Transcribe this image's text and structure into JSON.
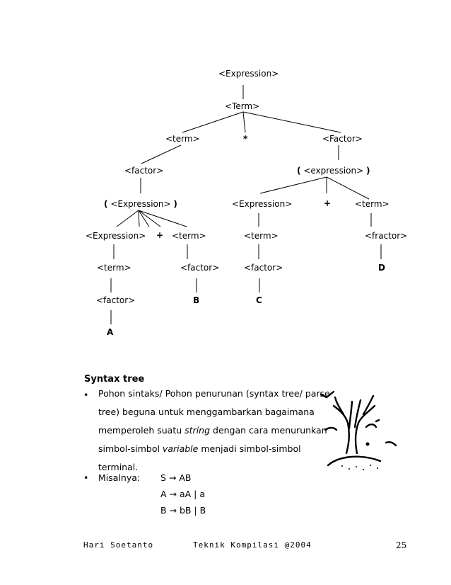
{
  "tree": {
    "root": "<Expression>",
    "term_upper": "<Term>",
    "term_left": "<term>",
    "star": "*",
    "factor_right": "<Factor>",
    "factor_left": "<factor>",
    "paren_expression_right": "<expression>",
    "paren_expression_left": "<Expression>",
    "open_paren": "(",
    "close_paren": ")",
    "mid_expression": "<Expression>",
    "plus_right": "+",
    "term_right": "<term>",
    "left_expression": "<Expression>",
    "plus_left": "+",
    "left_term": "<term>",
    "mid_term": "<term>",
    "fractor": "<fractor>",
    "ll_term": "<term>",
    "factor_b_parent": "<factor>",
    "factor_c_parent": "<factor>",
    "leaf_d": "D",
    "lll_factor": "<factor>",
    "leaf_b": "B",
    "leaf_c": "C",
    "leaf_a": "A"
  },
  "section": {
    "title": "Syntax tree",
    "bullet_symbol": "•",
    "bullet1_part1": "Pohon sintaks/ Pohon penurunan (syntax tree/ parse tree) beguna untuk menggambarkan bagaimana memperoleh suatu ",
    "bullet1_italic1": "string",
    "bullet1_part2": " dengan cara menurunkan simbol-simbol ",
    "bullet1_italic2": "variable",
    "bullet1_part3": " menjadi simbol-simbol terminal.",
    "bullet2_label": "Misalnya:",
    "rules": [
      "S → AB",
      "A → aA | a",
      "B → bB | B"
    ]
  },
  "footer": {
    "author": "Hari Soetanto",
    "course": "Teknik Kompilasi @2004",
    "page_number": "25"
  },
  "illustration": "bare-tree-icon"
}
